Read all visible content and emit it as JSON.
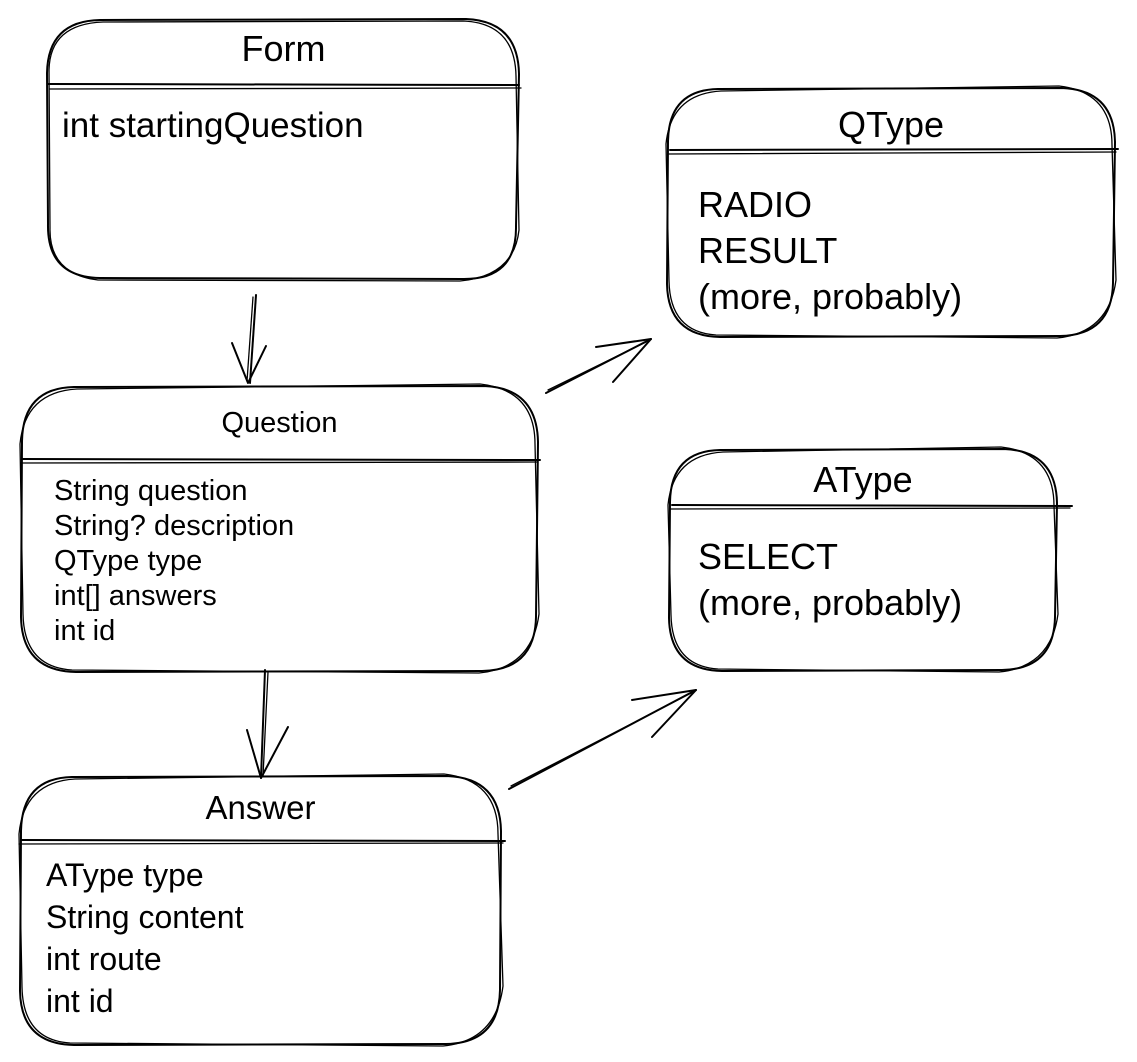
{
  "boxes": {
    "form": {
      "title": "Form",
      "fields": [
        "int startingQuestion"
      ]
    },
    "question": {
      "title": "Question",
      "fields": [
        "String question",
        "String? description",
        "QType type",
        "int[] answers",
        "int id"
      ]
    },
    "answer": {
      "title": "Answer",
      "fields": [
        "AType type",
        "String content",
        "int route",
        "int id"
      ]
    },
    "qtype": {
      "title": "QType",
      "fields": [
        "RADIO",
        "RESULT",
        "(more, probably)"
      ]
    },
    "atype": {
      "title": "AType",
      "fields": [
        "SELECT",
        "(more, probably)"
      ]
    }
  },
  "connections": [
    {
      "from": "form",
      "to": "question"
    },
    {
      "from": "question",
      "to": "answer"
    },
    {
      "from": "question",
      "to": "qtype"
    },
    {
      "from": "answer",
      "to": "atype"
    }
  ],
  "colors": {
    "stroke": "#000000",
    "background": "#ffffff"
  }
}
